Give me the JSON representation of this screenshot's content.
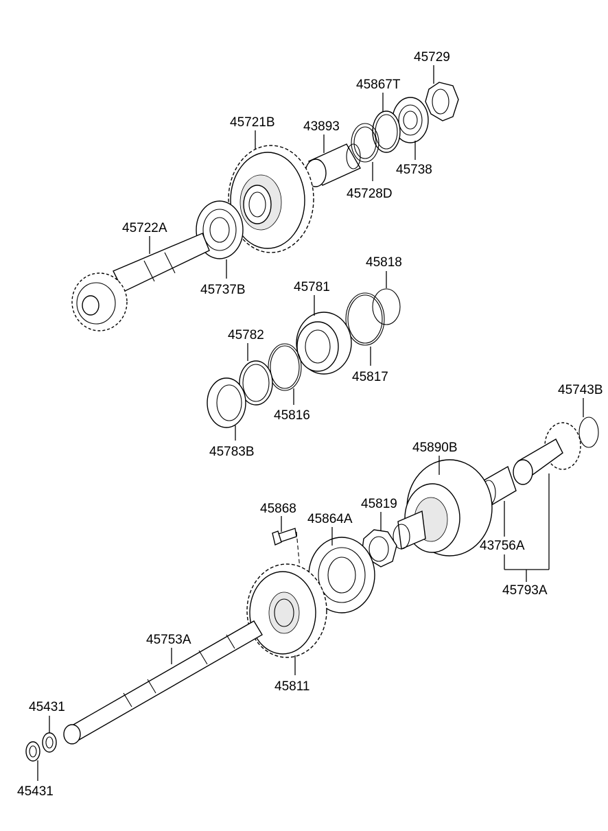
{
  "diagram": {
    "callouts": [
      {
        "id": "c45729",
        "text": "45729"
      },
      {
        "id": "c45867T",
        "text": "45867T"
      },
      {
        "id": "c45721B",
        "text": "45721B"
      },
      {
        "id": "c43893",
        "text": "43893"
      },
      {
        "id": "c45738",
        "text": "45738"
      },
      {
        "id": "c45728D",
        "text": "45728D"
      },
      {
        "id": "c45722A",
        "text": "45722A"
      },
      {
        "id": "c45737B",
        "text": "45737B"
      },
      {
        "id": "c45818",
        "text": "45818"
      },
      {
        "id": "c45781",
        "text": "45781"
      },
      {
        "id": "c45782",
        "text": "45782"
      },
      {
        "id": "c45817",
        "text": "45817"
      },
      {
        "id": "c45816",
        "text": "45816"
      },
      {
        "id": "c45783B",
        "text": "45783B"
      },
      {
        "id": "c45743B",
        "text": "45743B"
      },
      {
        "id": "c45890B",
        "text": "45890B"
      },
      {
        "id": "c45868",
        "text": "45868"
      },
      {
        "id": "c45864A",
        "text": "45864A"
      },
      {
        "id": "c45819",
        "text": "45819"
      },
      {
        "id": "c43756A",
        "text": "43756A"
      },
      {
        "id": "c45793A",
        "text": "45793A"
      },
      {
        "id": "c45753A",
        "text": "45753A"
      },
      {
        "id": "c45811",
        "text": "45811"
      },
      {
        "id": "c45431a",
        "text": "45431"
      },
      {
        "id": "c45431b",
        "text": "45431"
      }
    ]
  }
}
